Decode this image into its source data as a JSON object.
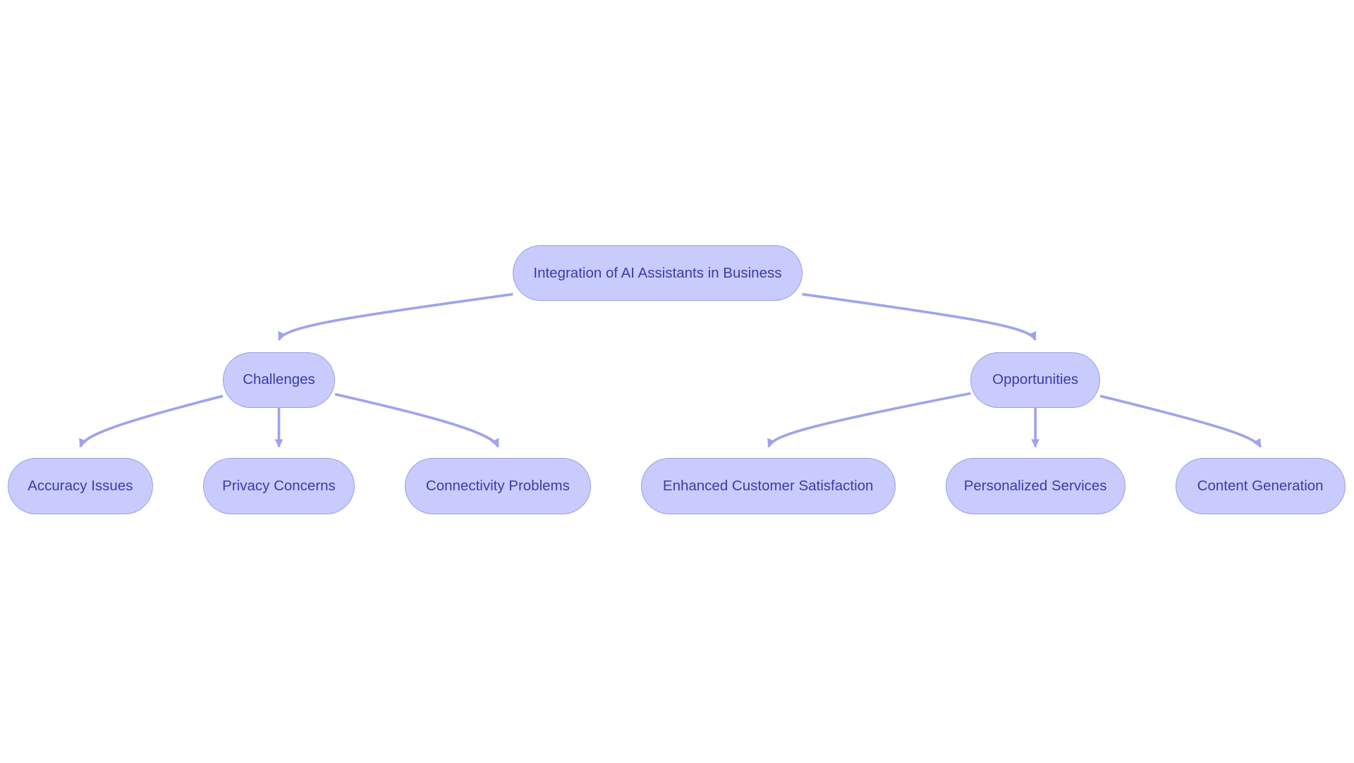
{
  "colors": {
    "node_fill": "#c8cbfc",
    "node_border": "#9a9ee8",
    "node_text": "#3c3ca8",
    "edge": "#a0a3eb",
    "background": "#ffffff"
  },
  "root": {
    "label": "Integration of AI Assistants in Business"
  },
  "branches": [
    {
      "label": "Challenges",
      "children": [
        {
          "label": "Accuracy Issues"
        },
        {
          "label": "Privacy Concerns"
        },
        {
          "label": "Connectivity Problems"
        }
      ]
    },
    {
      "label": "Opportunities",
      "children": [
        {
          "label": "Enhanced Customer Satisfaction"
        },
        {
          "label": "Personalized Services"
        },
        {
          "label": "Content Generation"
        }
      ]
    }
  ]
}
